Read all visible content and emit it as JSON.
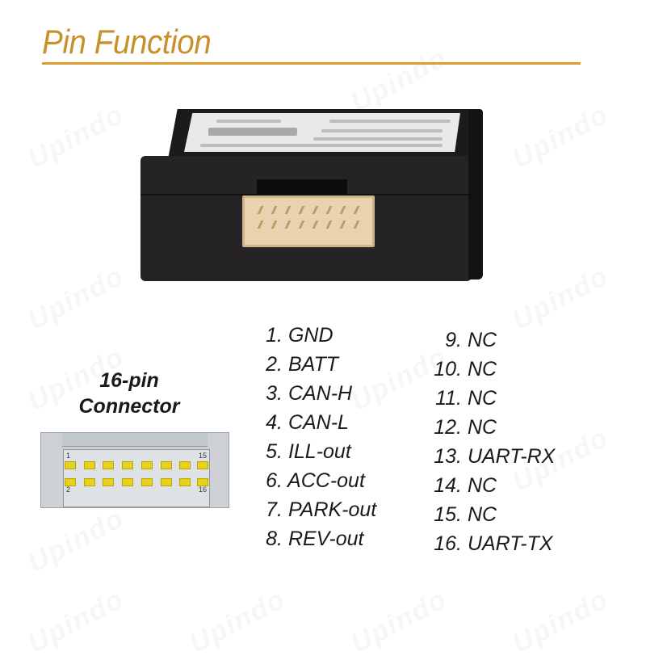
{
  "header": {
    "title": "Pin Function",
    "accent_color": "#c8902a",
    "rule_color": "#dc9d2e"
  },
  "watermark": {
    "text": "Upindo"
  },
  "connector": {
    "title_line1": "16-pin",
    "title_line2": "Connector",
    "corner_labels": {
      "top_left": "1",
      "bottom_left": "2",
      "top_right": "15",
      "bottom_right": "16"
    },
    "pin_color": "#e6d21c",
    "body_color": "#cdd1d5"
  },
  "pins": {
    "left_column": [
      {
        "num": "1.",
        "name": "GND"
      },
      {
        "num": "2.",
        "name": "BATT"
      },
      {
        "num": "3.",
        "name": "CAN-H"
      },
      {
        "num": "4.",
        "name": "CAN-L"
      },
      {
        "num": "5.",
        "name": "ILL-out"
      },
      {
        "num": "6.",
        "name": "ACC-out"
      },
      {
        "num": "7.",
        "name": "PARK-out"
      },
      {
        "num": "8.",
        "name": "REV-out"
      }
    ],
    "right_column": [
      {
        "num": "9.",
        "name": "NC"
      },
      {
        "num": "10.",
        "name": "NC"
      },
      {
        "num": "11.",
        "name": "NC"
      },
      {
        "num": "12.",
        "name": "NC"
      },
      {
        "num": "13.",
        "name": "UART-RX"
      },
      {
        "num": "14.",
        "name": "NC"
      },
      {
        "num": "15.",
        "name": "NC"
      },
      {
        "num": "16.",
        "name": "UART-TX"
      }
    ]
  }
}
